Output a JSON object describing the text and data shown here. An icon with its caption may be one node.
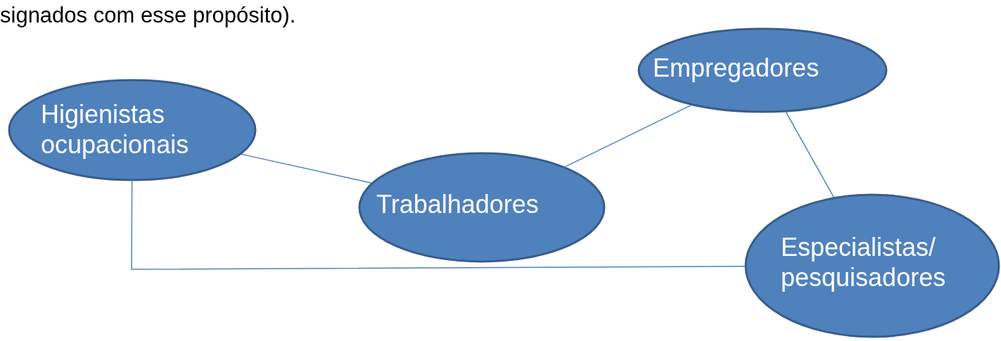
{
  "diagram": {
    "nodes": [
      {
        "text": [
          "Higienistas ocupacionais"
        ]
      },
      {
        "text": [
          "Empregadores"
        ]
      },
      {
        "text": [
          "Trabalhadores"
        ]
      },
      {
        "text": [
          "Especialistas/ pesquisadores"
        ]
      }
    ],
    "edges": [
      {
        "from": 0,
        "to": 2,
        "arrow": "none"
      },
      {
        "from": 2,
        "to": 1,
        "arrow": "none"
      },
      {
        "from": 1,
        "to": 3,
        "arrow": "none"
      },
      {
        "from": 0,
        "to": 3,
        "arrow": "none"
      }
    ],
    "labels": [
      "signados com esse propósito)."
    ]
  }
}
